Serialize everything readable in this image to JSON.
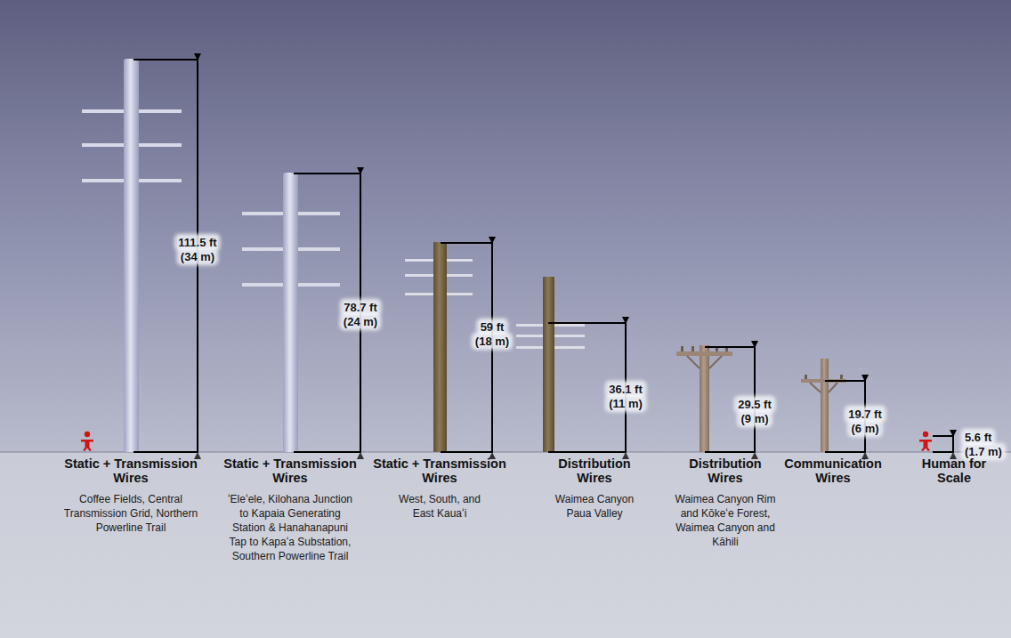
{
  "diagram": {
    "labels": [
      "111.5 ft",
      "(34 m)",
      "Static + Transmission Wires",
      "Coffee Fields, Central Transmission Grid, Northern Powerline Trail",
      "78.7 ft",
      "(24 m)",
      "Static + Transmission Wires",
      "ʻEleʻele, Kilohana Junction to Kapaia Generating Station & Hanahanapuni Tap to Kapaʻa Substation, Southern Powerline Trail",
      "59 ft",
      "(18 m)",
      "Static + Transmission Wires",
      "West, South, and East Kauaʻi",
      "36.1 ft",
      "(11 m)",
      "Distribution Wires",
      "Waimea Canyon Paua Valley",
      "29.5 ft",
      "(9 m)",
      "Distribution Wires",
      "Waimea Canyon Rim and Kōkeʻe Forest, Waimea Canyon and Kāhili",
      "19.7 ft",
      "(6 m)",
      "Communication Wires",
      "5.6 ft",
      "(1.7 m)",
      "Human for Scale"
    ]
  }
}
